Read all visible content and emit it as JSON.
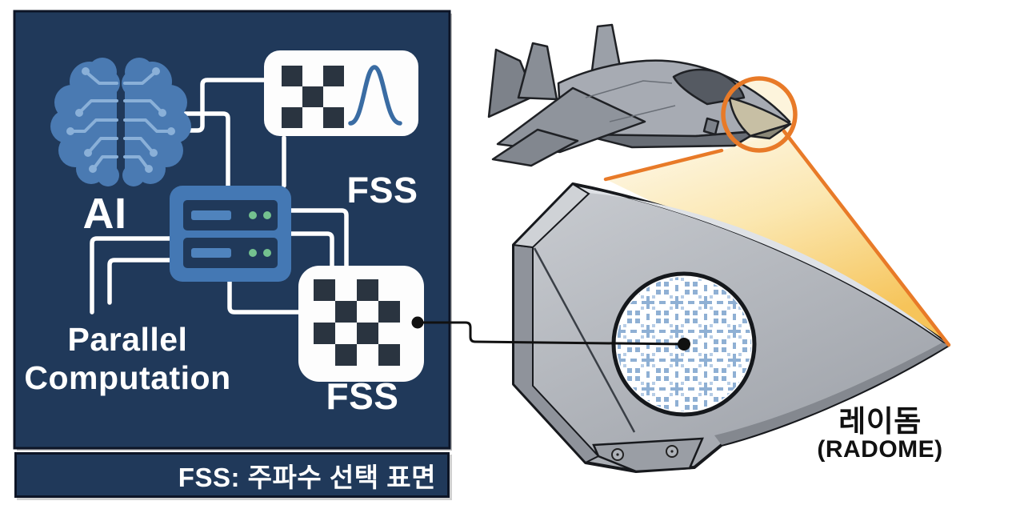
{
  "left_panel": {
    "ai_label": "AI",
    "fss_top_label": "FSS",
    "fss_bottom_label": "FSS",
    "parallel_computation": {
      "line1": "Parallel",
      "line2": "Computation"
    },
    "caption": "FSS: 주파수 선택 표면"
  },
  "radome": {
    "label_ko": "레이돔",
    "label_en": "(RADOME)"
  },
  "icons": {
    "brain": "ai-brain-icon",
    "server": "parallel-server-icon",
    "fss_top_card": "fss-checkerboard-with-gaussian-icon",
    "fss_bottom_card": "fss-checkerboard-icon",
    "jet": "stealth-fighter-icon",
    "radome_cone": "radome-cone-icon",
    "fss_window": "fss-lattice-window-icon"
  },
  "colors": {
    "panel_bg": "#20395a",
    "panel_border": "#0d1526",
    "brain_blue": "#4a7ab2",
    "trace_blue": "#8ab0d8",
    "server_blue": "#4478b4",
    "led_green": "#74c28f",
    "checker_dark": "#2a3440",
    "curve_blue": "#3a6ca3",
    "beam_orange": "#e87a28",
    "beam_fill_light": "#fdf4dc",
    "beam_fill_deep": "#f6c45a",
    "fss_lattice_blue": "#8fb0d4",
    "jet_gray": "#a7abb3",
    "radome_gray": "#b8bcc2",
    "text_white": "#ffffff",
    "text_black": "#111111"
  }
}
